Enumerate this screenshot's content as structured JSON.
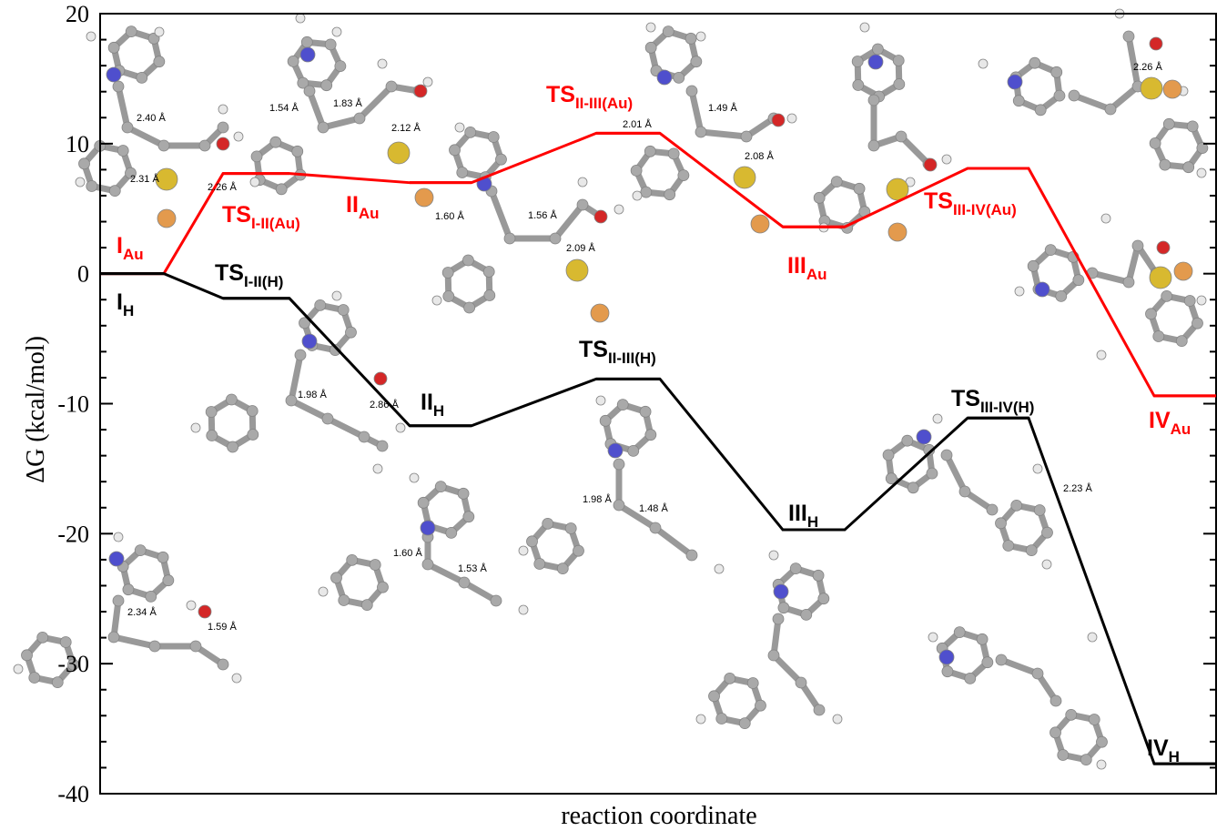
{
  "chart_data": {
    "type": "line",
    "xlabel": "reaction coordinate",
    "ylabel": "ΔG  (kcal/mol)",
    "ylim": [
      -40,
      20
    ],
    "yticks": [
      20,
      10,
      0,
      -10,
      -20,
      -30,
      -40
    ],
    "grid": false,
    "series": [
      {
        "key": "au",
        "color": "#ff0000",
        "points": [
          {
            "state": "I",
            "x": [
              0,
              1
            ],
            "y": 0.0
          },
          {
            "state": "TS I-II",
            "x": [
              2,
              3
            ],
            "y": 7.7
          },
          {
            "state": "II",
            "x": [
              4,
              5
            ],
            "y": 7.0
          },
          {
            "state": "TS II-III",
            "x": [
              6,
              7
            ],
            "y": 10.8
          },
          {
            "state": "III",
            "x": [
              8,
              9
            ],
            "y": 3.6
          },
          {
            "state": "TS III-IV",
            "x": [
              10,
              11
            ],
            "y": 8.1
          },
          {
            "state": "IV",
            "x": [
              12,
              13
            ],
            "y": -9.4
          }
        ]
      },
      {
        "key": "h",
        "color": "#000000",
        "points": [
          {
            "state": "I",
            "x": [
              0,
              1
            ],
            "y": 0.0
          },
          {
            "state": "TS I-II",
            "x": [
              2,
              3
            ],
            "y": -1.9
          },
          {
            "state": "II",
            "x": [
              4,
              5
            ],
            "y": -11.7
          },
          {
            "state": "TS II-III",
            "x": [
              6,
              7
            ],
            "y": -8.1
          },
          {
            "state": "III",
            "x": [
              8,
              9
            ],
            "y": -19.7
          },
          {
            "state": "TS III-IV",
            "x": [
              10,
              11
            ],
            "y": -11.1
          },
          {
            "state": "IV",
            "x": [
              12,
              13
            ],
            "y": -37.7
          }
        ]
      }
    ]
  },
  "labels": {
    "au": [
      {
        "main": "I",
        "sub": "Au"
      },
      {
        "main": "TS",
        "sub": "I-II(Au)"
      },
      {
        "main": "II",
        "sub": "Au"
      },
      {
        "main": "TS",
        "sub": "II-III(Au)"
      },
      {
        "main": "III",
        "sub": "Au"
      },
      {
        "main": "TS",
        "sub": "III-IV(Au)"
      },
      {
        "main": "IV",
        "sub": "Au"
      }
    ],
    "h": [
      {
        "main": "I",
        "sub": "H"
      },
      {
        "main": "TS",
        "sub": "I-II(H)"
      },
      {
        "main": "II",
        "sub": "H"
      },
      {
        "main": "TS",
        "sub": "II-III(H)"
      },
      {
        "main": "III",
        "sub": "H"
      },
      {
        "main": "TS",
        "sub": "III-IV(H)"
      },
      {
        "main": "IV",
        "sub": "H"
      }
    ]
  },
  "distance_labels": [
    "2.40 Å",
    "2.31 Å",
    "2.26 Å",
    "1.54 Å",
    "1.83 Å",
    "2.12 Å",
    "1.60 Å",
    "1.56 Å",
    "2.09 Å",
    "2.01 Å",
    "1.49 Å",
    "2.08 Å",
    "2.26 Å",
    "1.98 Å",
    "2.86 Å",
    "1.98 Å",
    "1.48 Å",
    "1.60 Å",
    "1.53 Å",
    "2.23 Å",
    "2.34 Å",
    "1.59 Å"
  ],
  "colors": {
    "au_path": "#ff0000",
    "h_path": "#000000",
    "carbon": "#a0a0a0",
    "hydrogen": "#e6e6e6",
    "nitrogen": "#3c3cc8",
    "oxygen": "#d01010",
    "sulfur": "#d4b21a",
    "phosphorus": "#e0903a"
  }
}
